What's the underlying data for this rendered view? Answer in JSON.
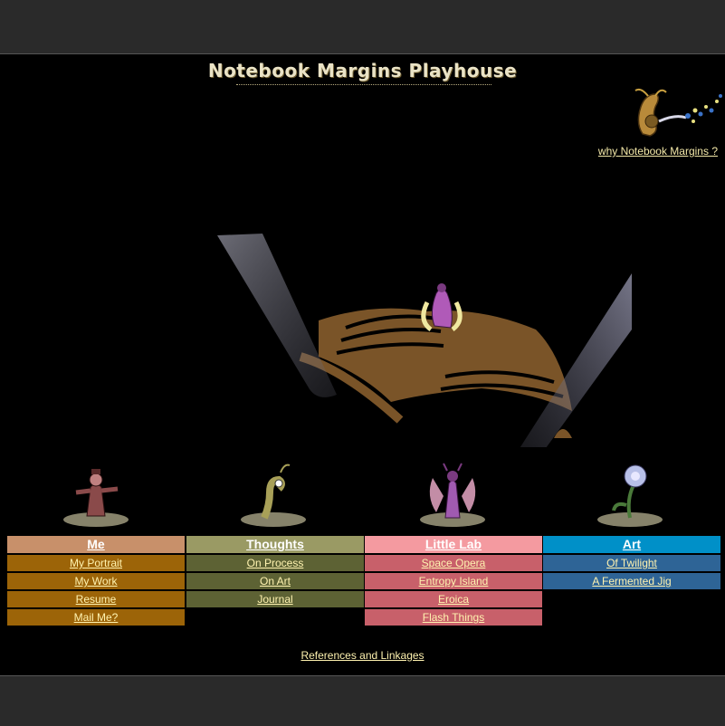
{
  "site": {
    "title": "Notebook Margins Playhouse",
    "why_link": "why Notebook Margins ?",
    "references_link": "References and Linkages"
  },
  "icons": {
    "mascot": "snail-creature-icon",
    "stage": "book-stage-spotlight-illustration",
    "figures": [
      "coat-figure-icon",
      "worm-figure-icon",
      "fairy-figure-icon",
      "flower-figure-icon"
    ]
  },
  "menus": [
    {
      "heading": "Me",
      "head_color": "#c8906a",
      "item_color": "#9c6408",
      "items": [
        "My Portrait",
        "My Work",
        "Resume",
        "Mail Me?"
      ]
    },
    {
      "heading": "Thoughts",
      "head_color": "#9a9a64",
      "item_color": "#5d6234",
      "items": [
        "On Process",
        "On Art",
        "Journal"
      ]
    },
    {
      "heading": "Little Lab",
      "head_color": "#f49aa0",
      "item_color": "#c8606a",
      "items": [
        "Space Opera",
        "Entropy Island",
        "Eroica",
        "Flash Things"
      ]
    },
    {
      "heading": "Art",
      "head_color": "#0090c8",
      "item_color": "#2e6496",
      "items": [
        "Of Twilight",
        "A Fermented Jig"
      ]
    }
  ]
}
